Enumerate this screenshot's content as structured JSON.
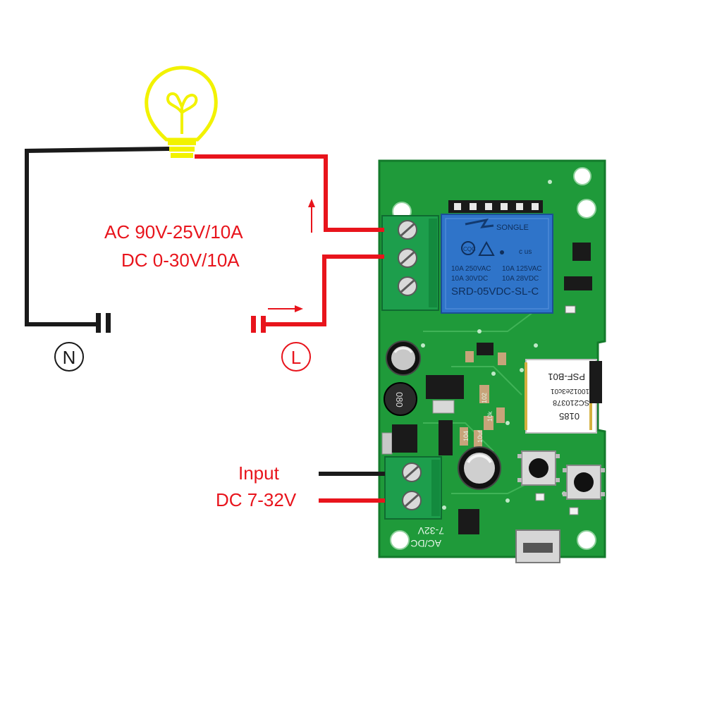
{
  "load_rating": {
    "ac": "AC 90V-25V/10A",
    "dc": "DC 0-30V/10A"
  },
  "terminals": {
    "neutral": "N",
    "live": "L"
  },
  "power_input": {
    "line1": "Input",
    "line2": "DC 7-32V"
  },
  "relay": {
    "brand": "SONGLE",
    "cert": "CQC",
    "spec1": "10A 250VAC",
    "spec2": "10A 125VAC",
    "spec3": "10A 30VDC",
    "spec4": "10A 28VDC",
    "model": "SRD-05VDC-SL-C",
    "ul": "c  us"
  },
  "wifi_module": {
    "line1": "0185",
    "line2": "SC210378",
    "line3": "10012e3c01",
    "line4": "PSF-B01"
  },
  "board_labels": {
    "inductor": "080",
    "voltage": "7-32V",
    "acdc": "AC/DC",
    "cap_104": "104",
    "cap_10uf": "10uf",
    "res_102": "102",
    "res_10k": "10k"
  },
  "colors": {
    "wire_red": "#e8141c",
    "wire_black": "#1a1a1a",
    "pcb_green": "#1f9a3a",
    "relay_blue": "#2f74c9",
    "terminal_green": "#1d9e4c",
    "bulb_yellow": "#f2f200"
  }
}
